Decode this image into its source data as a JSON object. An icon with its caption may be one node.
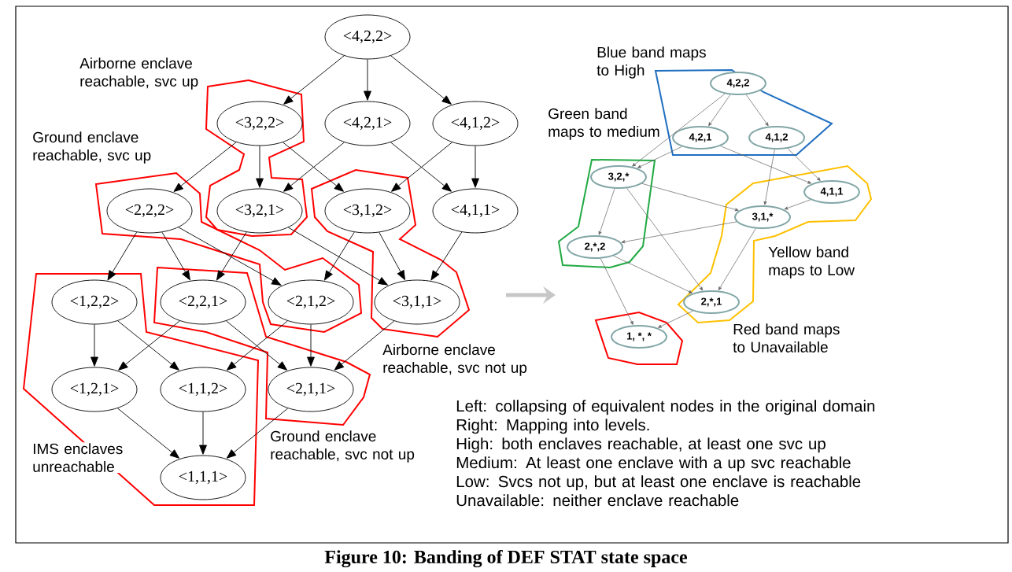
{
  "diagram": {
    "caption": "Figure 10: Banding of DEF STAT state space",
    "nodes": [
      {
        "text": [
          "<4,2,2>"
        ]
      },
      {
        "text": [
          "<3,2,2>"
        ]
      },
      {
        "text": [
          "<4,2,1>"
        ]
      },
      {
        "text": [
          "<4,1,2>"
        ]
      },
      {
        "text": [
          "<2,2,2>"
        ]
      },
      {
        "text": [
          "<3,2,1>"
        ]
      },
      {
        "text": [
          "<3,1,2>"
        ]
      },
      {
        "text": [
          "<4,1,1>"
        ]
      },
      {
        "text": [
          "<1,2,2>"
        ]
      },
      {
        "text": [
          "<2,2,1>"
        ]
      },
      {
        "text": [
          "<2,1,2>"
        ]
      },
      {
        "text": [
          "<3,1,1>"
        ]
      },
      {
        "text": [
          "<1,2,1>"
        ]
      },
      {
        "text": [
          "<1,1,2>"
        ]
      },
      {
        "text": [
          "<2,1,1>"
        ]
      },
      {
        "text": [
          "<1,1,1>"
        ]
      },
      {
        "text": [
          "4,2,2"
        ]
      },
      {
        "text": [
          "4,2,1"
        ]
      },
      {
        "text": [
          "4,1,2"
        ]
      },
      {
        "text": [
          "3,2,*"
        ]
      },
      {
        "text": [
          "4,1,1"
        ]
      },
      {
        "text": [
          "3,1,*"
        ]
      },
      {
        "text": [
          "2,*,2"
        ]
      },
      {
        "text": [
          "2,*,1"
        ]
      },
      {
        "text": [
          "1, *, *"
        ]
      }
    ],
    "edges": [
      {
        "from": 0,
        "to": 1,
        "arrow": "to"
      },
      {
        "from": 0,
        "to": 2,
        "arrow": "to"
      },
      {
        "from": 0,
        "to": 3,
        "arrow": "to"
      },
      {
        "from": 1,
        "to": 4,
        "arrow": "to"
      },
      {
        "from": 1,
        "to": 5,
        "arrow": "to"
      },
      {
        "from": 1,
        "to": 6,
        "arrow": "to"
      },
      {
        "from": 2,
        "to": 5,
        "arrow": "to"
      },
      {
        "from": 2,
        "to": 7,
        "arrow": "to"
      },
      {
        "from": 3,
        "to": 6,
        "arrow": "to"
      },
      {
        "from": 3,
        "to": 7,
        "arrow": "to"
      },
      {
        "from": 4,
        "to": 8,
        "arrow": "to"
      },
      {
        "from": 4,
        "to": 9,
        "arrow": "to"
      },
      {
        "from": 4,
        "to": 10,
        "arrow": "to"
      },
      {
        "from": 5,
        "to": 9,
        "arrow": "to"
      },
      {
        "from": 5,
        "to": 11,
        "arrow": "to"
      },
      {
        "from": 6,
        "to": 10,
        "arrow": "to"
      },
      {
        "from": 6,
        "to": 11,
        "arrow": "to"
      },
      {
        "from": 7,
        "to": 11,
        "arrow": "to"
      },
      {
        "from": 8,
        "to": 12,
        "arrow": "to"
      },
      {
        "from": 8,
        "to": 13,
        "arrow": "to"
      },
      {
        "from": 9,
        "to": 12,
        "arrow": "to"
      },
      {
        "from": 9,
        "to": 14,
        "arrow": "to"
      },
      {
        "from": 10,
        "to": 13,
        "arrow": "to"
      },
      {
        "from": 10,
        "to": 14,
        "arrow": "to"
      },
      {
        "from": 11,
        "to": 14,
        "arrow": "to"
      },
      {
        "from": 12,
        "to": 15,
        "arrow": "to"
      },
      {
        "from": 13,
        "to": 15,
        "arrow": "to"
      },
      {
        "from": 14,
        "to": 15,
        "arrow": "to"
      },
      {
        "from": 16,
        "to": 17,
        "arrow": "to",
        "color": "#606060"
      },
      {
        "from": 16,
        "to": 18,
        "arrow": "to",
        "color": "#606060"
      },
      {
        "from": 16,
        "to": 19,
        "arrow": "to",
        "color": "#606060"
      },
      {
        "from": 17,
        "to": 19,
        "arrow": "to",
        "color": "#606060"
      },
      {
        "from": 17,
        "to": 20,
        "arrow": "to",
        "color": "#606060"
      },
      {
        "from": 18,
        "to": 21,
        "arrow": "to",
        "color": "#606060"
      },
      {
        "from": 18,
        "to": 20,
        "arrow": "to",
        "color": "#606060"
      },
      {
        "from": 20,
        "to": 21,
        "arrow": "to",
        "color": "#606060"
      },
      {
        "from": 19,
        "to": 22,
        "arrow": "to",
        "color": "#606060"
      },
      {
        "from": 19,
        "to": 21,
        "arrow": "to",
        "color": "#606060"
      },
      {
        "from": 19,
        "to": 23,
        "arrow": "to",
        "color": "#606060"
      },
      {
        "from": 21,
        "to": 22,
        "arrow": "to",
        "color": "#606060"
      },
      {
        "from": 21,
        "to": 23,
        "arrow": "to",
        "color": "#606060"
      },
      {
        "from": 22,
        "to": 23,
        "arrow": "to",
        "color": "#606060"
      },
      {
        "from": 22,
        "to": 24,
        "arrow": "to",
        "color": "#606060"
      },
      {
        "from": 23,
        "to": 24,
        "arrow": "to",
        "color": "#606060"
      }
    ],
    "labels": [
      "Airborne enclave reachable, svc up",
      "Ground enclave reachable, svc up",
      "Airborne enclave reachable, svc not up",
      "Ground enclave reachable, svc not up",
      "IMS enclaves unreachable",
      "Blue band maps to High",
      "Green band maps to medium",
      "Yellow band maps to Low",
      "Red band maps to Unavailable",
      "Left: collapsing of equivalent nodes in the original domain",
      "Right: Mapping into levels.",
      "High: both enclaves reachable, at least one svc up",
      "Medium: At least one enclave with a up svc reachable",
      "Low:  Svcs not up, but at least one enclave is reachable",
      "Unavailable: neither enclave reachable"
    ]
  }
}
